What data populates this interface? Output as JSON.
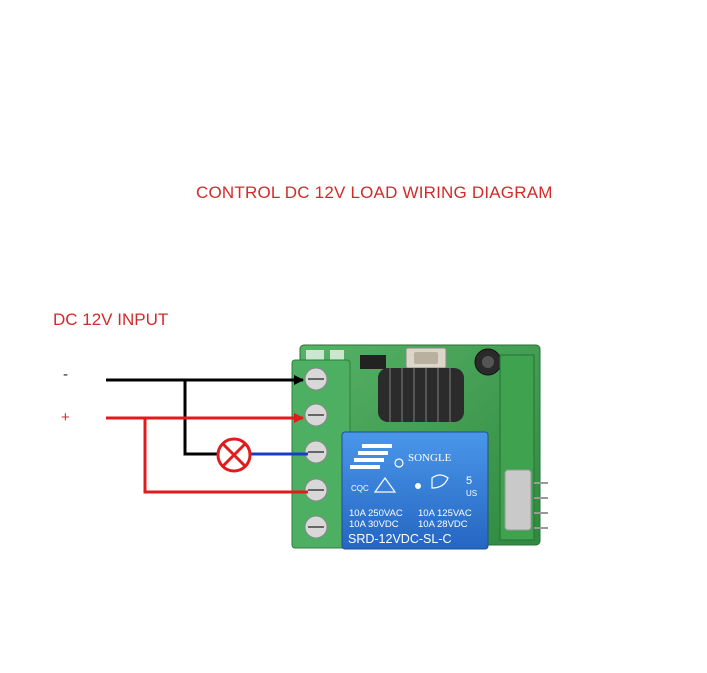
{
  "diagram": {
    "title": "CONTROL DC 12V LOAD WIRING DIAGRAM",
    "input_label": "DC 12V INPUT",
    "minus_label": "-",
    "plus_label": "+"
  },
  "relay": {
    "brand": "SONGLE",
    "rating_1": "10A 250VAC",
    "rating_2": "10A 30VDC",
    "rating_3": "10A 125VAC",
    "rating_4": "10A 28VDC",
    "model": "SRD-12VDC-SL-C",
    "cqc": "CQC",
    "number": "5",
    "us_mark": "US"
  },
  "colors": {
    "title_red": "#d42a2a",
    "wire_black": "#000000",
    "wire_red": "#e01b1b",
    "wire_blue": "#1a3cc8",
    "terminal_green": "#4caf62",
    "pcb_green": "#3d9a4c",
    "relay_blue": "#2f7fd8"
  }
}
